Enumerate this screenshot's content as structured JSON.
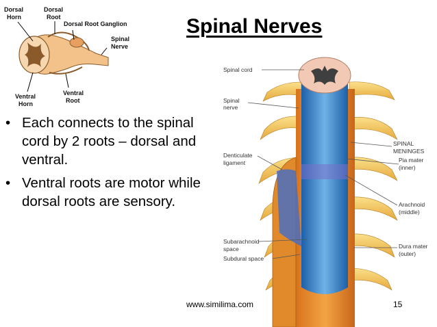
{
  "slide": {
    "title": "Spinal Nerves",
    "bullets": [
      "Each connects to the spinal cord by 2 roots – dorsal and ventral.",
      "Ventral roots are motor while dorsal roots are sensory."
    ],
    "footer_url": "www.similima.com",
    "page_number": "15"
  },
  "small_diagram": {
    "labels": {
      "dorsal_horn_1": "Dorsal",
      "dorsal_horn_2": "Horn",
      "dorsal_root_1": "Dorsal",
      "dorsal_root_2": "Root",
      "ganglion": "Dorsal Root Ganglion",
      "spinal_nerve_1": "Spinal",
      "spinal_nerve_2": "Nerve",
      "ventral_horn_1": "Ventral",
      "ventral_horn_2": "Horn",
      "ventral_root_1": "Ventral",
      "ventral_root_2": "Root"
    }
  },
  "large_diagram": {
    "labels": {
      "spinal_cord": "Spinal cord",
      "spinal_nerve_1": "Spinal",
      "spinal_nerve_2": "nerve",
      "denticulate_1": "Denticulate",
      "denticulate_2": "ligament",
      "meninges_1": "SPINAL",
      "meninges_2": "MENINGES",
      "pia_1": "Pia mater",
      "pia_2": "(inner)",
      "arachnoid_1": "Arachnoid",
      "arachnoid_2": "(middle)",
      "subarachnoid_1": "Subarachnoid",
      "subarachnoid_2": "space",
      "subdural": "Subdural space",
      "dura_1": "Dura mater",
      "dura_2": "(outer)"
    }
  }
}
